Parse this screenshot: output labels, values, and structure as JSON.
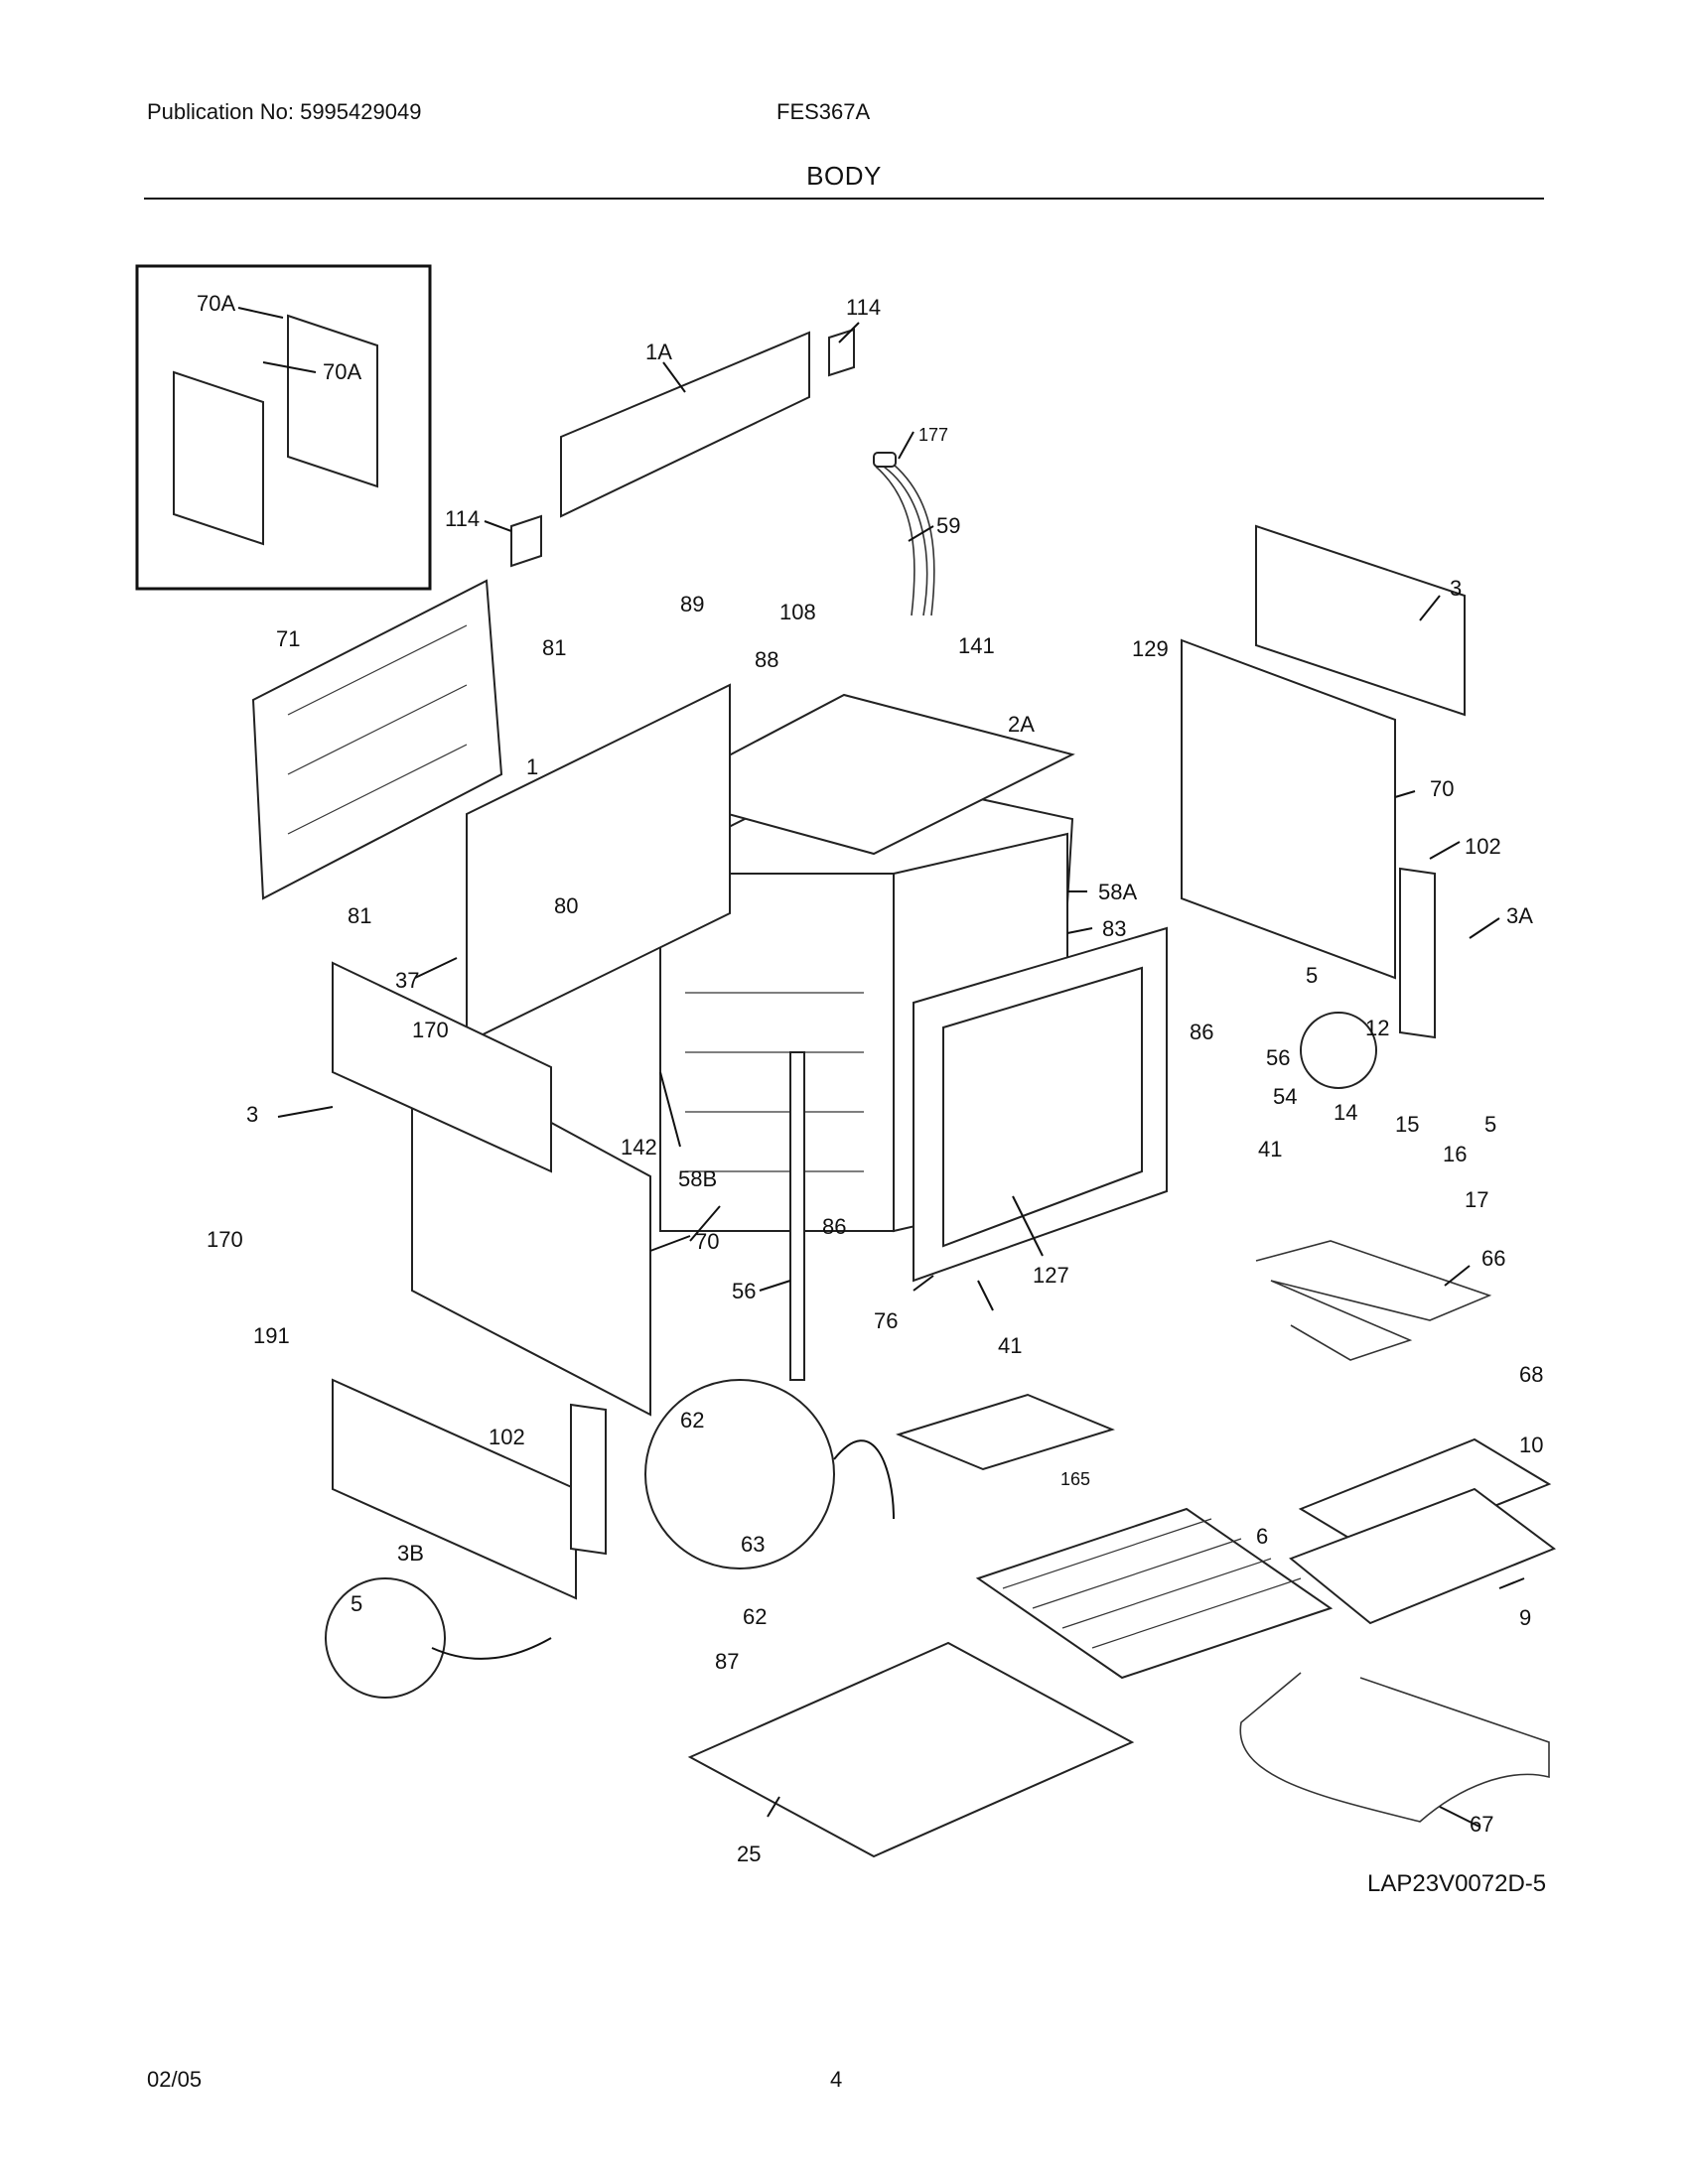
{
  "header": {
    "publication": "Publication No: 5995429049",
    "model": "FES367A",
    "section": "BODY"
  },
  "diagram": {
    "reference": "LAP23V0072D-5",
    "callouts": [
      "70A",
      "70A",
      "114",
      "1A",
      "114",
      "177",
      "59",
      "71",
      "81",
      "89",
      "108",
      "88",
      "141",
      "129",
      "3",
      "2A",
      "1",
      "70",
      "102",
      "3A",
      "58A",
      "80",
      "83",
      "81",
      "37",
      "5",
      "86",
      "12",
      "170",
      "142",
      "56",
      "3",
      "54",
      "14",
      "15",
      "5",
      "16",
      "41",
      "58B",
      "17",
      "170",
      "86",
      "70",
      "127",
      "66",
      "56",
      "76",
      "41",
      "191",
      "68",
      "62",
      "165",
      "10",
      "102",
      "6",
      "63",
      "3B",
      "62",
      "9",
      "5",
      "87",
      "67",
      "25"
    ]
  },
  "footer": {
    "date": "02/05",
    "page": "4"
  }
}
